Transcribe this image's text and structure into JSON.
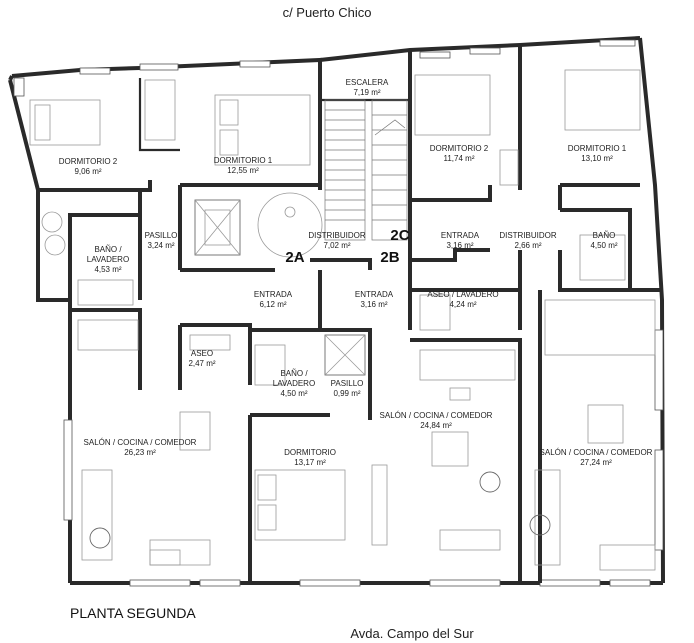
{
  "streets": {
    "top": "c/ Puerto Chico",
    "bottom": "Avda. Campo del Sur"
  },
  "plan_title": "PLANTA SEGUNDA",
  "unit_tags": [
    "2A",
    "2B",
    "2C"
  ],
  "rooms": [
    {
      "name": "DORMITORIO 2",
      "area": "9,06 m²"
    },
    {
      "name": "DORMITORIO 1",
      "area": "12,55 m²"
    },
    {
      "name": "ESCALERA",
      "area": "7,19 m²"
    },
    {
      "name": "DORMITORIO 2",
      "area": "11,74 m²"
    },
    {
      "name": "DORMITORIO 1",
      "area": "13,10 m²"
    },
    {
      "name": "PASILLO",
      "area": "3,24 m²"
    },
    {
      "name": "BAÑO / LAVADERO",
      "area": "4,53 m²"
    },
    {
      "name": "DISTRIBUIDOR",
      "area": "7,02 m²"
    },
    {
      "name": "ENTRADA",
      "area": "3,16 m²"
    },
    {
      "name": "DISTRIBUIDOR",
      "area": "2,66 m²"
    },
    {
      "name": "BAÑO",
      "area": "4,50 m²"
    },
    {
      "name": "ENTRADA",
      "area": "6,12 m²"
    },
    {
      "name": "ENTRADA",
      "area": "3,16 m²"
    },
    {
      "name": "ASEO / LAVADERO",
      "area": "4,24 m²"
    },
    {
      "name": "ASEO",
      "area": "2,47 m²"
    },
    {
      "name": "BAÑO / LAVADERO",
      "area": "4,50 m²"
    },
    {
      "name": "PASILLO",
      "area": "0,99 m²"
    },
    {
      "name": "SALÓN / COCINA / COMEDOR",
      "area": "24,84 m²"
    },
    {
      "name": "SALÓN / COCINA / COMEDOR",
      "area": "26,23 m²"
    },
    {
      "name": "DORMITORIO",
      "area": "13,17 m²"
    },
    {
      "name": "SALÓN / COCINA / COMEDOR",
      "area": "27,24 m²"
    }
  ]
}
